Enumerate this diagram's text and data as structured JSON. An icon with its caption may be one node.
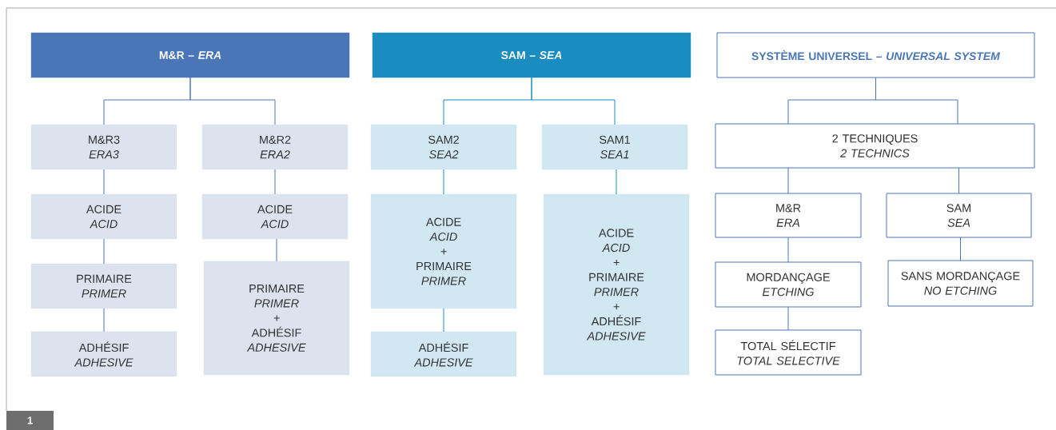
{
  "diagram": {
    "nodes": [
      {
        "text": [
          "M&R – *ERA*"
        ]
      },
      {
        "text": [
          "M&R3",
          "ERA3"
        ]
      },
      {
        "text": [
          "M&R2",
          "ERA2"
        ]
      },
      {
        "text": [
          "ACIDE",
          "ACID"
        ]
      },
      {
        "text": [
          "ACIDE",
          "ACID"
        ]
      },
      {
        "text": [
          "PRIMAIRE",
          "PRIMER"
        ]
      },
      {
        "text": [
          "PRIMAIRE",
          "PRIMER",
          "+",
          "ADHÉSIF",
          "ADHESIVE"
        ]
      },
      {
        "text": [
          "ADHÉSIF",
          "ADHESIVE"
        ]
      },
      {
        "text": [
          "SAM – *SEA*"
        ]
      },
      {
        "text": [
          "SAM2",
          "SEA2"
        ]
      },
      {
        "text": [
          "SAM1",
          "SEA1"
        ]
      },
      {
        "text": [
          "ACIDE",
          "ACID",
          "+",
          "PRIMAIRE",
          "PRIMER"
        ]
      },
      {
        "text": [
          "ACIDE",
          "ACID",
          "+",
          "PRIMAIRE",
          "PRIMER",
          "+",
          "ADHÉSIF",
          "ADHESIVE"
        ]
      },
      {
        "text": [
          "ADHÉSIF",
          "ADHESIVE"
        ]
      },
      {
        "text": [
          "SYSTÈME UNIVERSEL – *UNIVERSAL SYSTEM*"
        ]
      },
      {
        "text": [
          "2 TECHNIQUES",
          "2 TECHNICS"
        ]
      },
      {
        "text": [
          "M&R",
          "ERA"
        ]
      },
      {
        "text": [
          "SAM",
          "SEA"
        ]
      },
      {
        "text": [
          "MORDANÇAGE",
          "ETCHING"
        ]
      },
      {
        "text": [
          "SANS MORDANÇAGE",
          "NO ETCHING"
        ]
      },
      {
        "text": [
          "TOTAL SÉLECTIF",
          "TOTAL SELECTIVE"
        ]
      }
    ],
    "edges": [
      {
        "from": 0,
        "to": 1,
        "arrow": "none"
      },
      {
        "from": 0,
        "to": 2,
        "arrow": "none"
      },
      {
        "from": 1,
        "to": 3,
        "arrow": "none"
      },
      {
        "from": 3,
        "to": 5,
        "arrow": "none"
      },
      {
        "from": 5,
        "to": 7,
        "arrow": "none"
      },
      {
        "from": 2,
        "to": 4,
        "arrow": "none"
      },
      {
        "from": 4,
        "to": 6,
        "arrow": "none"
      },
      {
        "from": 8,
        "to": 9,
        "arrow": "none",
        "color": "#1a8cbf"
      },
      {
        "from": 8,
        "to": 10,
        "arrow": "none",
        "color": "#1a8cbf"
      },
      {
        "from": 9,
        "to": 11,
        "arrow": "none",
        "color": "#1a8cbf"
      },
      {
        "from": 11,
        "to": 13,
        "arrow": "none",
        "color": "#1a8cbf"
      },
      {
        "from": 10,
        "to": 12,
        "arrow": "none",
        "color": "#1a8cbf"
      },
      {
        "from": 14,
        "to": 15,
        "arrow": "none"
      },
      {
        "from": 14,
        "to": 15,
        "arrow": "none"
      },
      {
        "from": 15,
        "to": 16,
        "arrow": "none"
      },
      {
        "from": 15,
        "to": 17,
        "arrow": "none"
      },
      {
        "from": 16,
        "to": 18,
        "arrow": "none"
      },
      {
        "from": 18,
        "to": 20,
        "arrow": "none"
      },
      {
        "from": 17,
        "to": 19,
        "arrow": "none"
      }
    ],
    "labels": [
      "1"
    ]
  }
}
